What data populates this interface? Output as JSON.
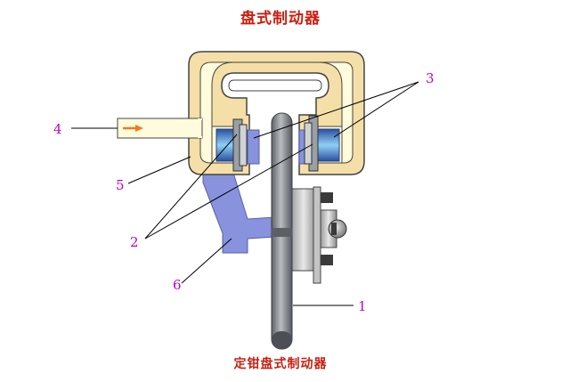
{
  "title": "盘式制动器",
  "caption": "定钳盘式制动器",
  "callouts": [
    "1",
    "2",
    "3",
    "4",
    "5",
    "6"
  ],
  "colors": {
    "title": "#c81f10",
    "callout_text": "#c000c0",
    "caliper_fill": "#f5dfa8",
    "caliper_outline": "#444444",
    "fluid_fill": "#fffbdc",
    "bracket_fill": "#8892dd",
    "piston_fill": "#5f9bd8",
    "disc_fill": "#8c8f94",
    "hub_fill": "#cfcfcf",
    "flow_arrow": "#f07a20"
  }
}
